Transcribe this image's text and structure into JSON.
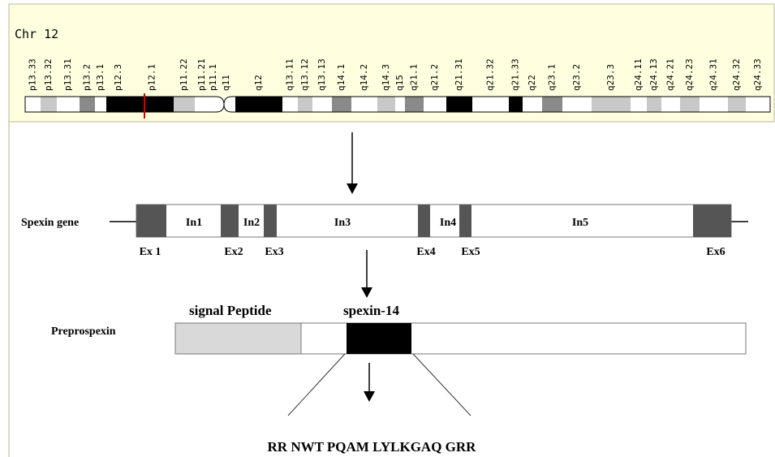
{
  "chromosome": {
    "title": "Chr 12",
    "bands": [
      {
        "label": "p13.33",
        "stain": "white"
      },
      {
        "label": "p13.32",
        "stain": "lightgray"
      },
      {
        "label": "p13.31",
        "stain": "white"
      },
      {
        "label": "p13.2",
        "stain": "gray"
      },
      {
        "label": "p13.1",
        "stain": "white"
      },
      {
        "label": "p12.3",
        "stain": "black"
      },
      {
        "label": "p12.1",
        "stain": "black"
      },
      {
        "label": "p11.22",
        "stain": "lightgray"
      },
      {
        "label": "p11.21",
        "stain": "white"
      },
      {
        "label": "p11.1",
        "stain": "white"
      },
      {
        "label": "q11",
        "stain": "white"
      },
      {
        "label": "q12",
        "stain": "black"
      },
      {
        "label": "q13.11",
        "stain": "white"
      },
      {
        "label": "q13.12",
        "stain": "lightgray"
      },
      {
        "label": "q13.13",
        "stain": "white"
      },
      {
        "label": "q14.1",
        "stain": "gray"
      },
      {
        "label": "q14.2",
        "stain": "white"
      },
      {
        "label": "q14.3",
        "stain": "lightgray"
      },
      {
        "label": "q15",
        "stain": "white"
      },
      {
        "label": "q21.1",
        "stain": "gray"
      },
      {
        "label": "q21.2",
        "stain": "white"
      },
      {
        "label": "q21.31",
        "stain": "black"
      },
      {
        "label": "q21.32",
        "stain": "white"
      },
      {
        "label": "q21.33",
        "stain": "black"
      },
      {
        "label": "q22",
        "stain": "white"
      },
      {
        "label": "q23.1",
        "stain": "gray"
      },
      {
        "label": "q23.2",
        "stain": "white"
      },
      {
        "label": "q23.3",
        "stain": "lightgray"
      },
      {
        "label": "q24.11",
        "stain": "white"
      },
      {
        "label": "q24.13",
        "stain": "lightgray"
      },
      {
        "label": "q24.21",
        "stain": "white"
      },
      {
        "label": "q24.23",
        "stain": "lightgray"
      },
      {
        "label": "q24.31",
        "stain": "white"
      },
      {
        "label": "q24.32",
        "stain": "lightgray"
      },
      {
        "label": "q24.33",
        "stain": "white"
      }
    ]
  },
  "gene": {
    "name": "Spexin gene",
    "exons": [
      "Ex 1",
      "Ex2",
      "Ex3",
      "Ex4",
      "Ex5",
      "Ex6"
    ],
    "introns": [
      "In1",
      "In2",
      "In3",
      "In4",
      "In5"
    ]
  },
  "protein": {
    "name": "Preprospexin",
    "signal_label": "signal Peptide",
    "peptide_label": "spexin-14",
    "sequence": "RR NWT PQAM LYLKGAQ GRR"
  },
  "colors": {
    "panel_bg": "#ffffe0",
    "panel_border": "#b8b89a",
    "band_black": "#000000",
    "band_gray": "#8a8a8a",
    "band_lightgray": "#c8c8c8",
    "band_white": "#ffffff",
    "centromere_mark": "#d40000",
    "exon_fill": "#555555",
    "signal_fill": "#d9d9d9",
    "spexin_fill": "#000000"
  }
}
